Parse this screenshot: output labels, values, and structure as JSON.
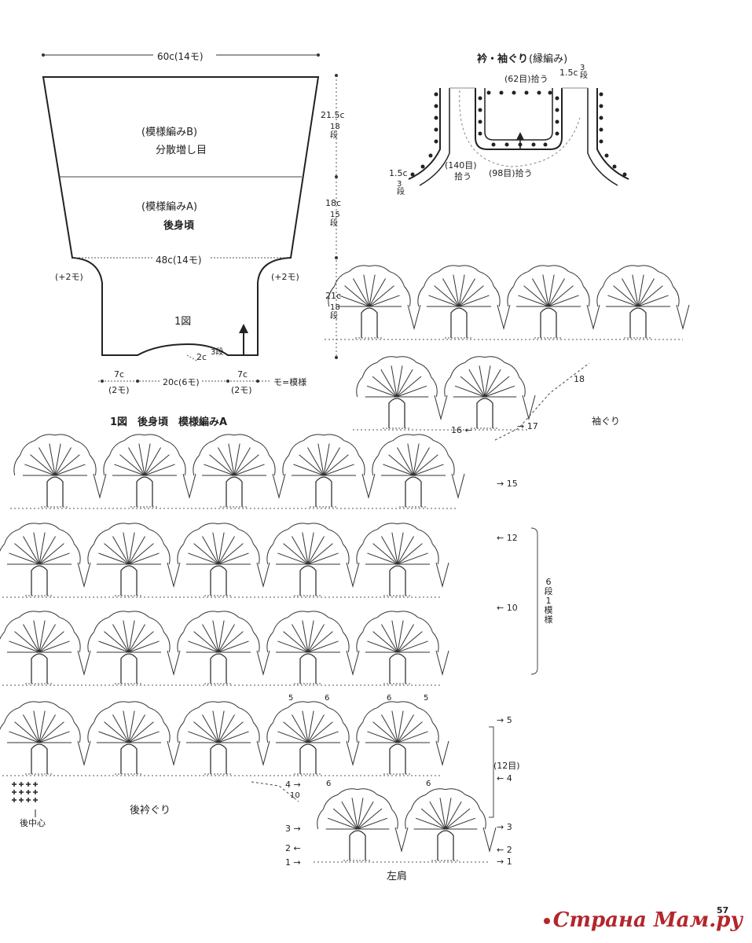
{
  "schematic": {
    "top_width": "60c(14モ)",
    "pattern_b": "(模様編みB)",
    "pattern_b_note": "分散増し目",
    "pattern_a": "(模様編みA)",
    "piece_name": "後身頃",
    "mid_width": "48c(14モ)",
    "left_increase": "(+2モ)",
    "right_increase": "(+2モ)",
    "figure_ref": "1図",
    "neck_depth": "2c",
    "neck_rows": "3段",
    "height_top": "21.5c",
    "height_top_rows": "18段",
    "height_mid": "18c",
    "height_mid_rows": "15段",
    "height_bottom": "21c",
    "height_bottom_rows": "18段",
    "bottom_left": "7c",
    "bottom_left_motifs": "(2モ)",
    "bottom_center": "20c(6モ)",
    "bottom_right": "7c",
    "bottom_right_motifs": "(2モ)",
    "motif_legend": "モ=模様"
  },
  "edging": {
    "title": "衿・袖ぐり",
    "title_note": "(縁編み)",
    "pickup_62": "(62目)拾う",
    "edge_width": "1.5c",
    "edge_rows": "3段",
    "pickup_140": "(140目)",
    "pickup_140_note": "拾う",
    "pickup_98": "(98目)拾う",
    "edge_width_left": "1.5c",
    "edge_rows_left": "3段"
  },
  "chart": {
    "title": "1図　後身頃　模様編みA",
    "armhole_label": "袖ぐり",
    "back_neck_label": "後衿ぐり",
    "back_center_label": "後中心",
    "left_shoulder_label": "左肩",
    "repeat_label": "6段1模様",
    "stitch_count": "(12目)",
    "rows_right": [
      "15",
      "12",
      "10",
      "5",
      "4",
      "3",
      "2",
      "1"
    ],
    "rows_armhole": [
      "18",
      "17",
      "16"
    ],
    "rows_left": [
      "4",
      "3",
      "2",
      "1"
    ],
    "small_marks": [
      "5",
      "6",
      "6",
      "5",
      "6",
      "6",
      "10"
    ]
  },
  "page_number": "57",
  "watermark": "Страна Мам.ру"
}
